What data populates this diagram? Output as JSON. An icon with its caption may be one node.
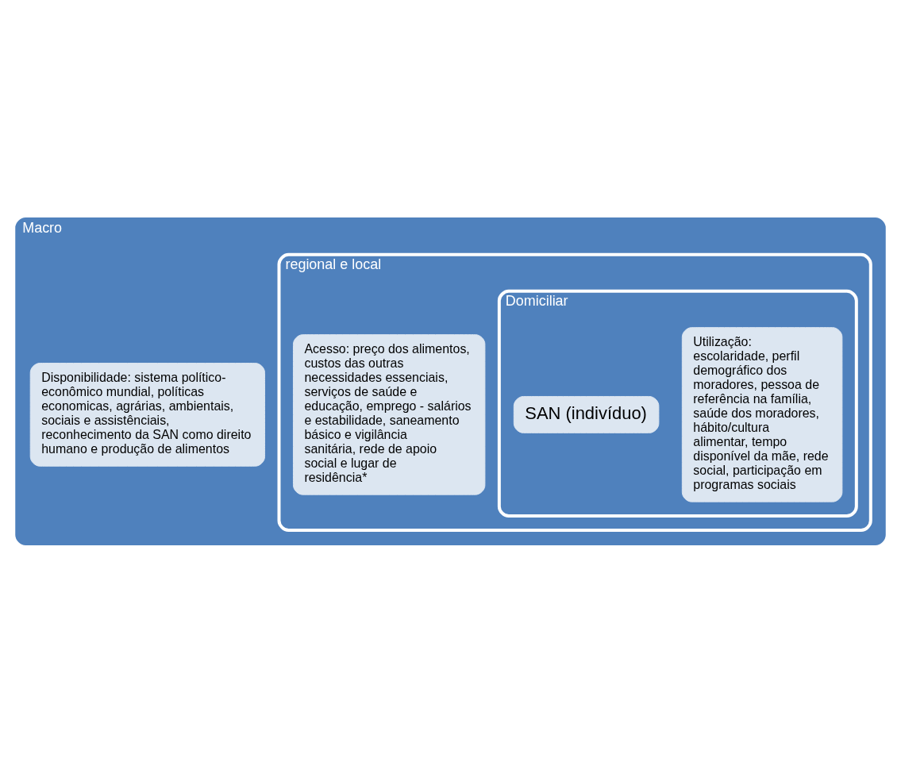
{
  "diagram": {
    "nodes": [
      {
        "text": [
          "Macro"
        ]
      },
      {
        "text": [
          "Disponibilidade: sistema político-econômico mundial, políticas economicas, agrárias, ambientais, sociais e assistênciais, reconhecimento da SAN como direito humano e produção de alimentos"
        ],
        "in": 0
      },
      {
        "text": [
          "regional e local"
        ],
        "in": 0
      },
      {
        "text": [
          "Acesso: preço dos alimentos, custos das outras necessidades essenciais, serviços de saúde e educação, emprego - salários e estabilidade, saneamento básico e vigilância sanitária, rede de apoio social e lugar de residência*"
        ],
        "in": 2
      },
      {
        "text": [
          "Domiciliar"
        ],
        "in": 2
      },
      {
        "text": [
          "Utilização: escolaridade, perfil demográfico dos moradores, pessoa de referência na família, saúde dos moradores, hábito/cultura alimentar, tempo disponível da mãe, rede social, participação em programas sociais"
        ],
        "in": 4
      },
      {
        "text": [
          "SAN (indivíduo)"
        ],
        "in": 4
      }
    ]
  }
}
